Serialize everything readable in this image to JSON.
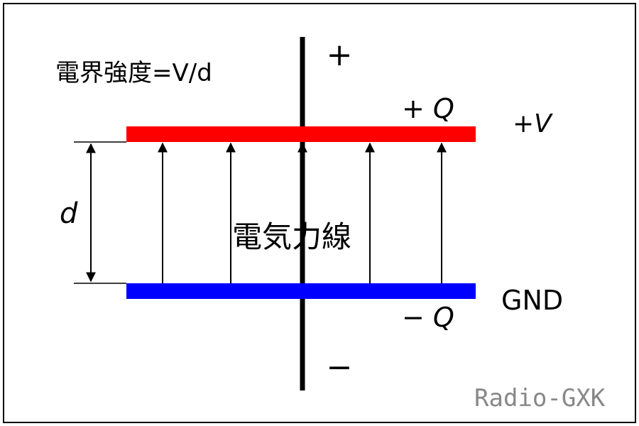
{
  "labels": {
    "formula": "電界強度=V/d",
    "plus_sign": "+",
    "minus_sign": "−",
    "plus_q": "+ Q",
    "minus_q": "− Q",
    "plus_v": "+V",
    "gnd": "GND",
    "distance": "d",
    "field_lines": "電気力線",
    "watermark": "Radio-GXK"
  },
  "colors": {
    "top_plate": "#ff0000",
    "bottom_plate": "#0000ff",
    "line": "#000000",
    "watermark": "#888888"
  },
  "field_line_count": 5
}
